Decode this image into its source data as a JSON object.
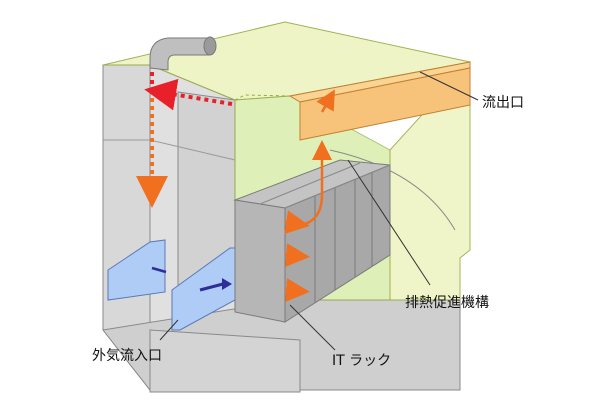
{
  "labels": {
    "outlet": "流出口",
    "exhaust": "排熱促進機構",
    "inlet": "外気流入口",
    "rack": "IT ラック"
  },
  "colors": {
    "wall_gray": "#d6d6d6",
    "wall_gray_dark": "#c4c4c4",
    "hood_yellow": "#ecf3bf",
    "hood_green": "#d3eca0",
    "outlet_orange": "#f7c37b",
    "inlet_blue": "#aeccf5",
    "rack_gray": "#a8a8a8",
    "airflow_red": "#e8202a",
    "airflow_orange": "#f07020",
    "inlet_arrow": "#2e2e9a"
  }
}
